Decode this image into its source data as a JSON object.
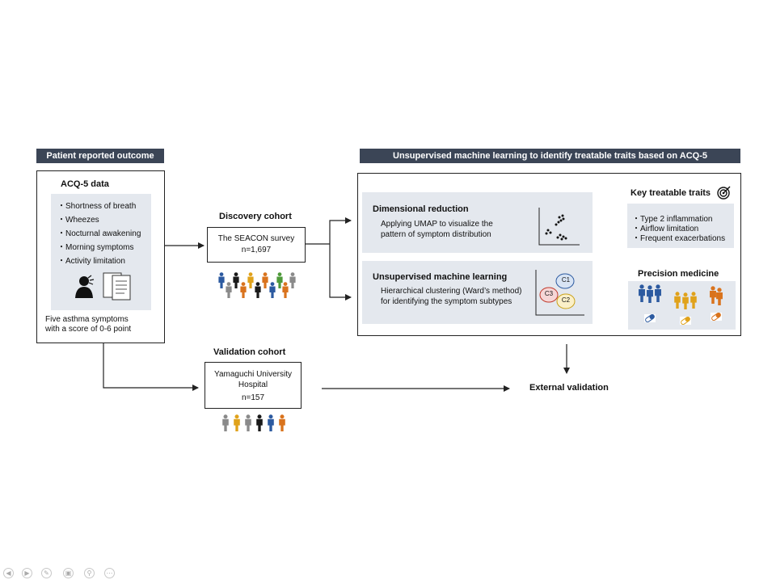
{
  "left_header": "Patient reported outcome",
  "right_header": "Unsupervised machine learning to identify treatable traits based on ACQ-5",
  "acq": {
    "title": "ACQ-5 data",
    "symptoms": [
      "・Shortness of breath",
      "・Wheezes",
      "・Nocturnal awakening",
      "・Morning symptoms",
      "・Activity limitation"
    ],
    "note_line1": "Five asthma symptoms",
    "note_line2": "with a score of 0-6 point"
  },
  "discovery": {
    "title": "Discovery cohort",
    "line1": "The SEACON survey",
    "line2": "n=1,697"
  },
  "validation": {
    "title": "Validation cohort",
    "line1": "Yamaguchi University",
    "line2": "Hospital",
    "line3": "n=157"
  },
  "dimred": {
    "title": "Dimensional reduction",
    "line1": "Applying UMAP to visualize the",
    "line2": "pattern of symptom distribution"
  },
  "uml": {
    "title": "Unsupervised machine learning",
    "line1": "Hierarchical clustering (Ward’s method)",
    "line2": "for identifying the symptom subtypes",
    "clusters": [
      "C1",
      "C2",
      "C3"
    ]
  },
  "traits": {
    "title": "Key treatable traits",
    "items": [
      "・Type 2 inflammation",
      "・Airflow limitation",
      "・Frequent exacerbations"
    ]
  },
  "precision": {
    "title": "Precision medicine"
  },
  "external": "External validation",
  "icons": {
    "target": "target-icon",
    "patient": "patient-icon",
    "documents": "documents-icon",
    "scatter": "scatter-plot-icon",
    "clusters": "cluster-plot-icon",
    "people": "person-icon",
    "pill": "capsule-icon"
  },
  "colors": {
    "header_bg": "#3b4556",
    "panel_bg": "#e4e8ee",
    "blue": "#2c5aa0",
    "orange": "#d9731d",
    "gold": "#e0a21b",
    "gray": "#8a8a8a",
    "black": "#1a1a1a",
    "green": "#4e9a3a"
  }
}
